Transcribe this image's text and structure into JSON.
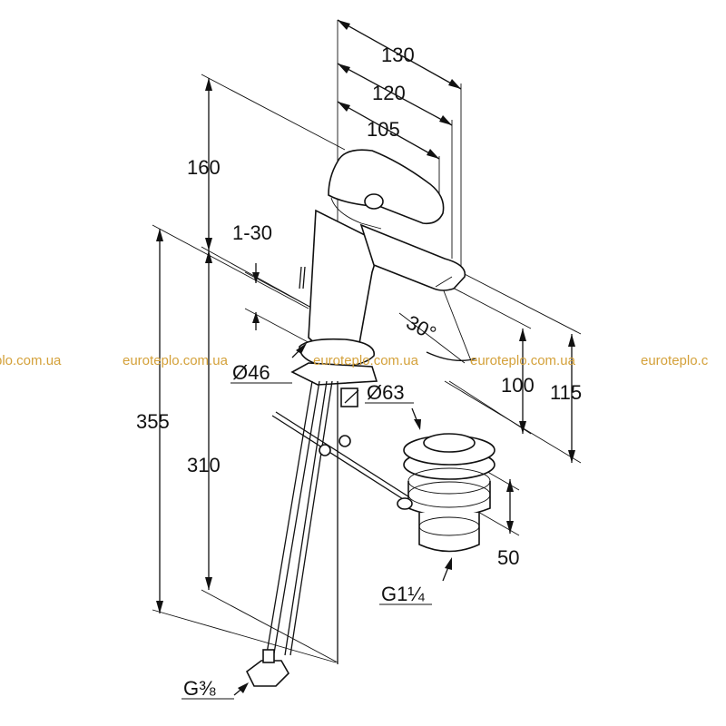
{
  "dimensions": {
    "d130": "130",
    "d120": "120",
    "d105": "105",
    "d160": "160",
    "d1_30": "1-30",
    "d30deg": "30°",
    "d46": "Ø46",
    "d63": "Ø63",
    "d100": "100",
    "d115": "115",
    "d355": "355",
    "d310": "310",
    "d50": "50",
    "g114": "G1¼",
    "g38": "G⅜"
  },
  "watermarks": [
    "plo.com.ua",
    "euroteplo.com.ua",
    "euroteplo.com.ua",
    "euroteplo.com.ua",
    "euroteplo.c"
  ],
  "colors": {
    "line": "#111111",
    "watermark": "#d4a13a",
    "background": "#ffffff"
  }
}
